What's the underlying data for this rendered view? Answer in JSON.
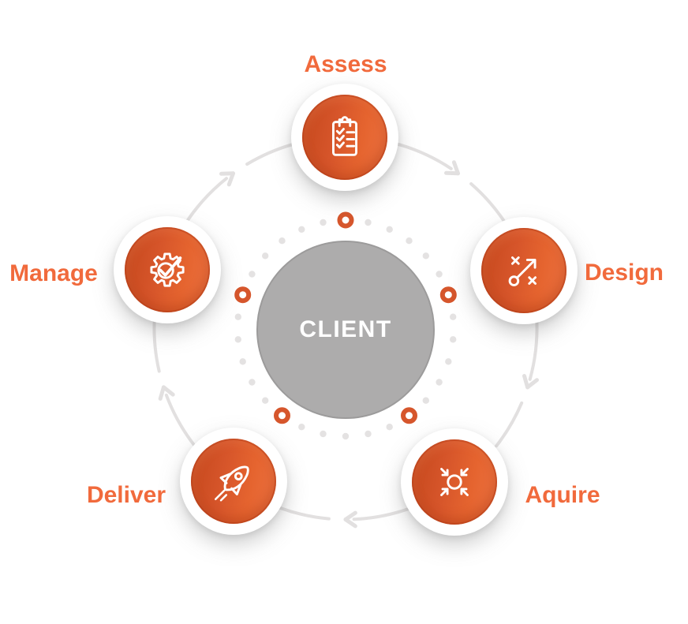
{
  "diagram": {
    "center_label": "CLIENT",
    "stages": [
      {
        "label": "Assess",
        "icon": "checklist-clipboard-icon",
        "position": "top"
      },
      {
        "label": "Design",
        "icon": "strategy-arrow-icon",
        "position": "right"
      },
      {
        "label": "Aquire",
        "icon": "converging-arrows-icon",
        "position": "bottom-right"
      },
      {
        "label": "Deliver",
        "icon": "rocket-icon",
        "position": "bottom-left"
      },
      {
        "label": "Manage",
        "icon": "gear-check-icon",
        "position": "left"
      }
    ],
    "flow_direction": "clockwise",
    "colors": {
      "accent_text": "#F16A3C",
      "donut_ring": "#D6562C",
      "node_gradient_dark": "#C4471C",
      "node_gradient_light": "#ED7342",
      "center_circle_fill": "#ADACAC",
      "center_text": "#FFFFFF",
      "ring_dots": "#E4E2E2",
      "cycle_arrows": "#E2E0E0"
    }
  }
}
